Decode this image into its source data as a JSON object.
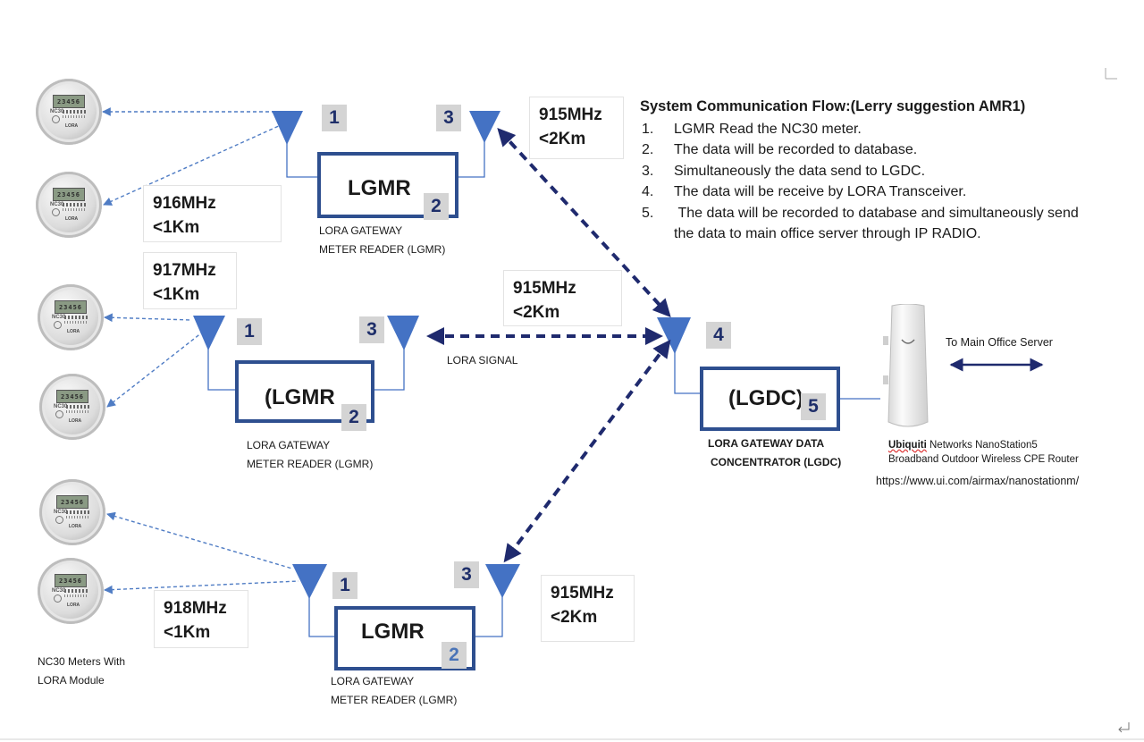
{
  "flow": {
    "title": "System Communication Flow:(Lerry suggestion AMR1)",
    "steps": [
      {
        "num": "1.",
        "text": "LGMR Read the NC30 meter."
      },
      {
        "num": "2.",
        "text": "The data will be recorded to database."
      },
      {
        "num": "3.",
        "text": "Simultaneously the data send to LGDC."
      },
      {
        "num": "4.",
        "text": "The data will be receive by LORA Transceiver."
      },
      {
        "num": "5.",
        "text": " The data will be recorded to database and simultaneously send the data to main office server through IP RADIO."
      }
    ]
  },
  "gateways": [
    {
      "name": "LGMR",
      "caption_line1": "LORA GATEWAY",
      "caption_line2": "METER READER (LGMR)",
      "label_antenna_in": "1",
      "label_box": "2",
      "label_antenna_out": "3"
    },
    {
      "name": "(LGMR",
      "caption_line1": "LORA  GATEWAY",
      "caption_line2": "METER READER (LGMR)",
      "label_antenna_in": "1",
      "label_box": "2",
      "label_antenna_out": "3"
    },
    {
      "name": "LGMR",
      "caption_line1": "LORA  GATEWAY",
      "caption_line2": "METER READER (LGMR)",
      "label_antenna_in": "1",
      "label_box": "2",
      "label_antenna_out": "3"
    }
  ],
  "freq_boxes": [
    {
      "freq": "916MHz",
      "range": "<1Km"
    },
    {
      "freq": "917MHz",
      "range": "<1Km"
    },
    {
      "freq": "918MHz",
      "range": "<1Km"
    },
    {
      "freq": "915MHz",
      "range": "<2Km"
    },
    {
      "freq": "915MHz",
      "range": "<2Km"
    },
    {
      "freq": "915MHz",
      "range": "<2Km"
    }
  ],
  "lora_signal": "LORA SIGNAL",
  "concentrator": {
    "name": "(LGDC)",
    "label_box": "5",
    "label_antenna": "4",
    "caption_line1": "LORA GATEWAY DATA",
    "caption_line2": "CONCENTRATOR (LGDC)"
  },
  "router": {
    "to_server": "To Main Office Server",
    "brand": "Ubiquiti",
    "line1_rest": " Networks NanoStation5",
    "line2": "Broadband Outdoor Wireless CPE Router",
    "url": "https://www.ui.com/airmax/nanostationm/"
  },
  "meters": {
    "caption_line1": "NC30 Meters With",
    "caption_line2": "LORA Module",
    "lcd": "23456",
    "brand": "NC30",
    "module": "LORA"
  },
  "colors": {
    "antenna": "#4472c4",
    "gateway_border": "#2e4f8f",
    "link_dark": "#1f2a6e",
    "link_light": "#4f7cc4",
    "number_box": "#d4d4d4"
  }
}
